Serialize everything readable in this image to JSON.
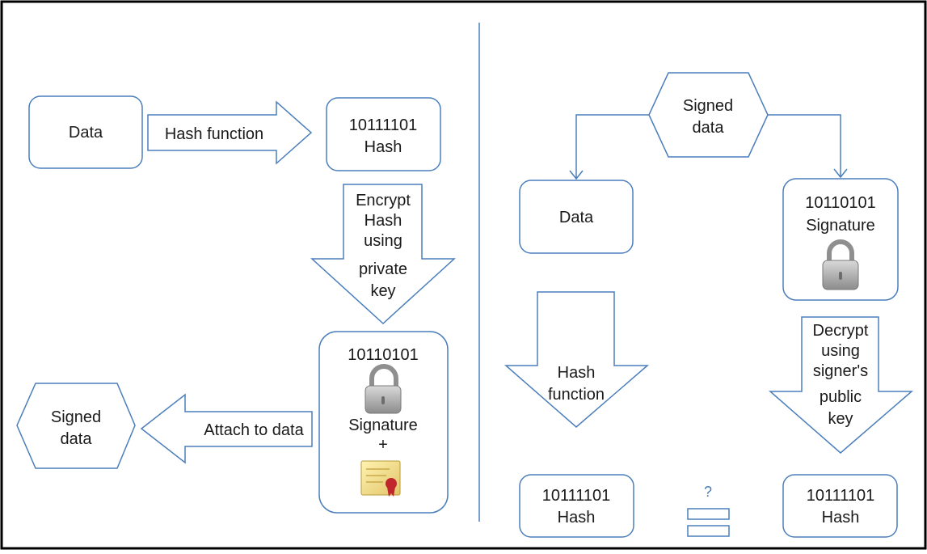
{
  "signing": {
    "data_label": "Data",
    "hash_function_label": "Hash function",
    "hash_bits": "10111101",
    "hash_label": "Hash",
    "encrypt_lines": [
      "Encrypt",
      "Hash",
      "using",
      "private",
      "key"
    ],
    "signature_bits": "10110101",
    "signature_label": "Signature",
    "plus": "+",
    "attach_label": "Attach to data",
    "signed_data_lines": [
      "Signed",
      "data"
    ]
  },
  "verification": {
    "signed_data_lines": [
      "Signed",
      "data"
    ],
    "data_label": "Data",
    "signature_bits": "10110101",
    "signature_label": "Signature",
    "hash_function_lines": [
      "Hash",
      "function"
    ],
    "decrypt_lines": [
      "Decrypt",
      "using",
      "signer's",
      "public",
      "key"
    ],
    "left_hash_bits": "10111101",
    "left_hash_label": "Hash",
    "compare_label": "?",
    "right_hash_bits": "10111101",
    "right_hash_label": "Hash"
  },
  "colors": {
    "stroke": "#4a7ebb",
    "frame": "#000000",
    "text": "#1a1a1a",
    "accent_text": "#4a7ebb"
  }
}
